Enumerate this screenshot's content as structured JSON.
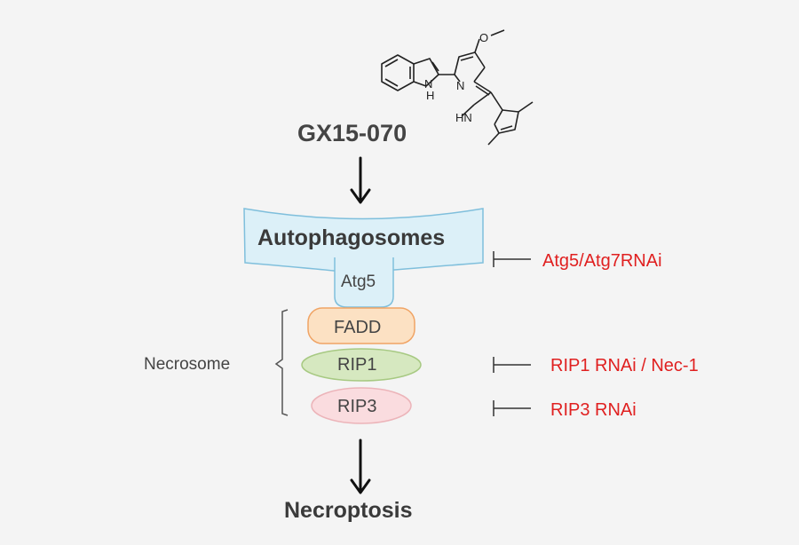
{
  "compound": {
    "name": "GX15-070"
  },
  "atoms": {
    "nh_indole": "H",
    "n_pyrrole": "N",
    "o_methoxy": "O",
    "hn_pyrrole": "HN"
  },
  "pathway": {
    "autophagosome_label": "Autophagosomes",
    "atg5_label": "Atg5",
    "fadd_label": "FADD",
    "rip1_label": "RIP1",
    "rip3_label": "RIP3",
    "necrosome_label": "Necrosome",
    "outcome_label": "Necroptosis"
  },
  "inhibitors": [
    {
      "text": "Atg5/Atg7RNAi"
    },
    {
      "text": "RIP1  RNAi / Nec-1"
    },
    {
      "text": "RIP3  RNAi"
    }
  ],
  "colors": {
    "text": "#444444",
    "inhibitor_text": "#e02020",
    "autophagosome_fill": "#dcf0f8",
    "autophagosome_stroke": "#7fbfdc",
    "fadd_fill": "#fce1c3",
    "fadd_stroke": "#f0a465",
    "rip1_fill": "#d6e8c0",
    "rip1_stroke": "#a7c982",
    "rip3_fill": "#fadcdf",
    "rip3_stroke": "#ecb4b9"
  }
}
